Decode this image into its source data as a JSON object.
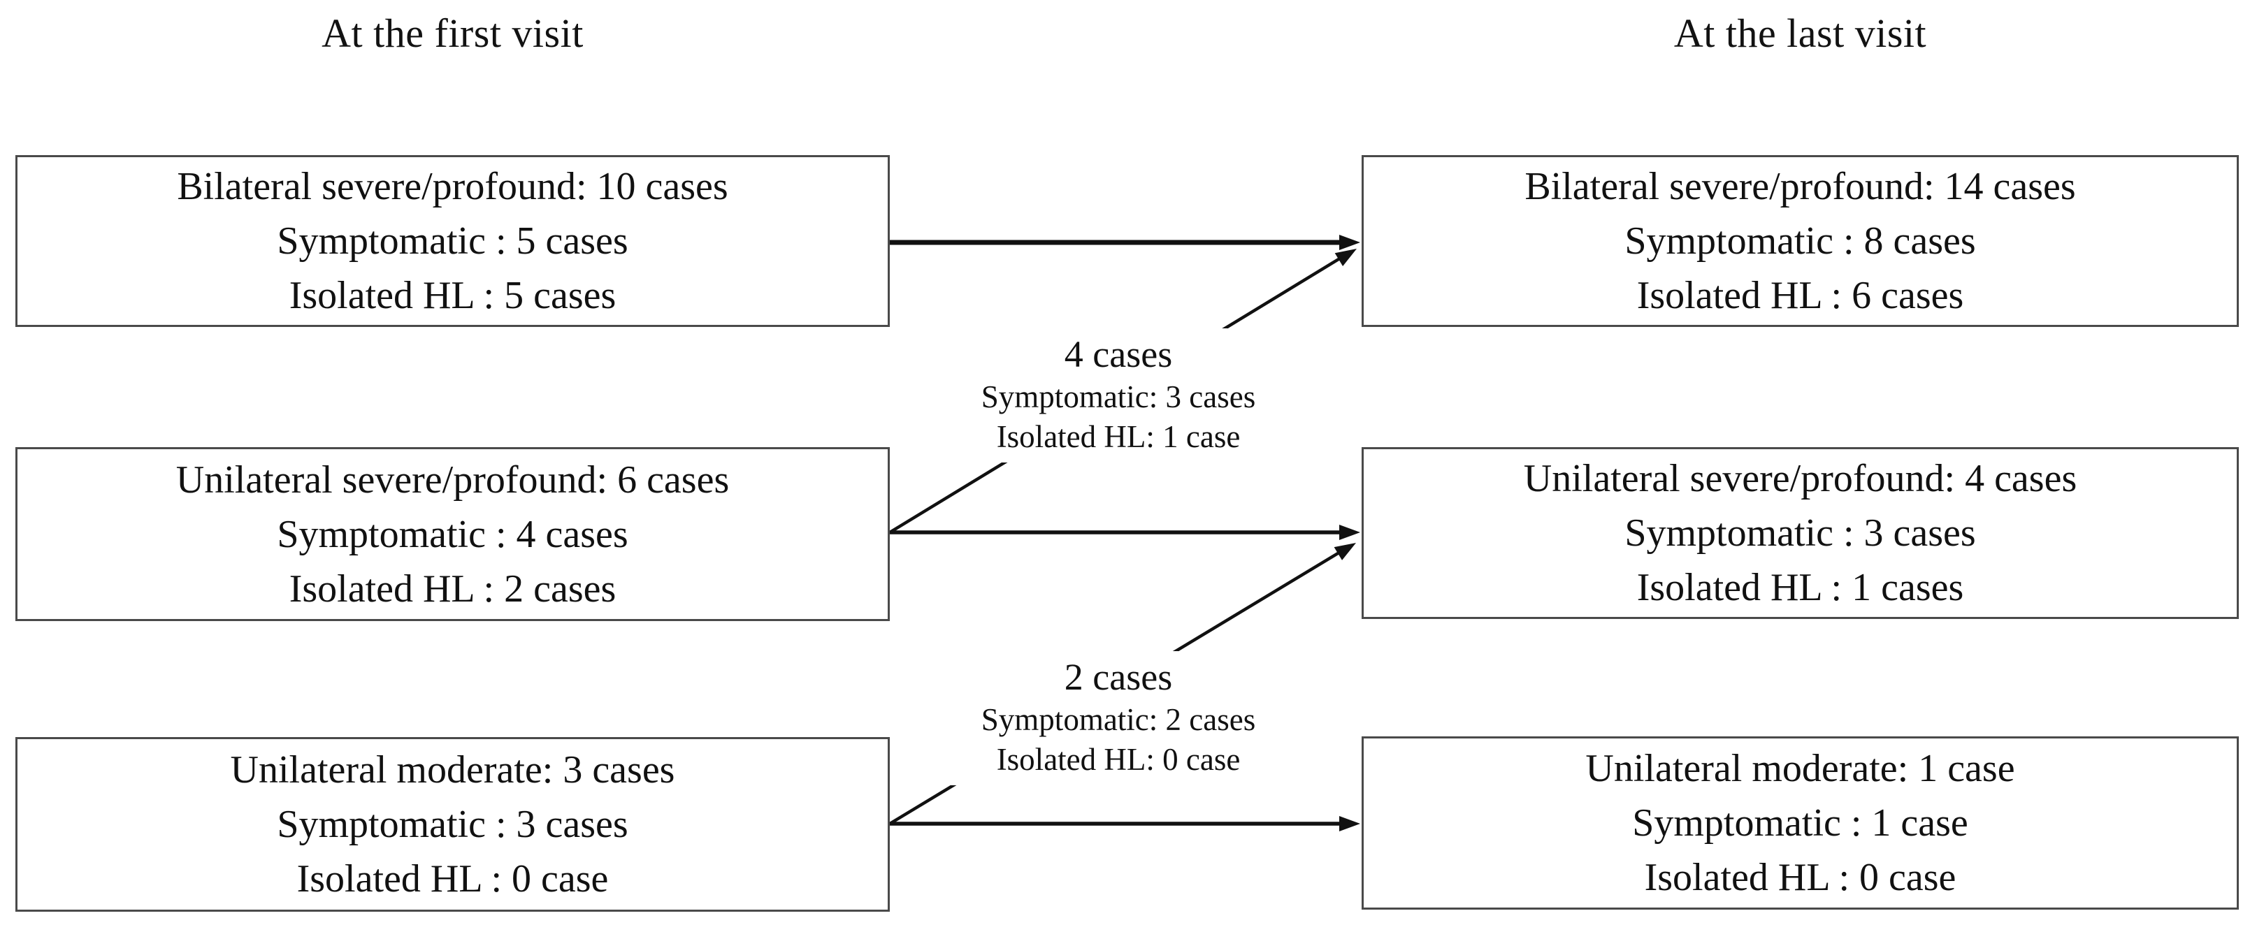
{
  "figure": {
    "type": "flow-diagram",
    "columns": {
      "first": {
        "header": "At the first visit"
      },
      "last": {
        "header": "At the last visit"
      }
    },
    "boxes": {
      "first_visit": [
        {
          "id": "bilateral-severe-profound-first",
          "lines": [
            "Bilateral severe/profound: 10 cases",
            "Symptomatic : 5 cases",
            "Isolated HL : 5 cases"
          ]
        },
        {
          "id": "unilateral-severe-profound-first",
          "lines": [
            "Unilateral severe/profound: 6 cases",
            "Symptomatic : 4 cases",
            "Isolated HL : 2 cases"
          ]
        },
        {
          "id": "unilateral-moderate-first",
          "lines": [
            "Unilateral moderate: 3 cases",
            "Symptomatic : 3 cases",
            "Isolated HL : 0 case"
          ]
        }
      ],
      "last_visit": [
        {
          "id": "bilateral-severe-profound-last",
          "lines": [
            "Bilateral severe/profound: 14 cases",
            "Symptomatic : 8 cases",
            "Isolated HL : 6 cases"
          ]
        },
        {
          "id": "unilateral-severe-profound-last",
          "lines": [
            "Unilateral severe/profound: 4 cases",
            "Symptomatic : 3 cases",
            "Isolated HL : 1 cases"
          ]
        },
        {
          "id": "unilateral-moderate-last",
          "lines": [
            "Unilateral moderate: 1 case",
            "Symptomatic : 1 case",
            "Isolated HL : 0 case"
          ]
        }
      ]
    },
    "transitions": [
      {
        "id": "unilateral-severe-to-bilateral",
        "title": "4 cases",
        "detail_1": "Symptomatic: 3 cases",
        "detail_2": "Isolated HL: 1 case"
      },
      {
        "id": "unilateral-moderate-to-unilateral-severe",
        "title": "2 cases",
        "detail_1": "Symptomatic: 2 cases",
        "detail_2": "Isolated HL: 0 case"
      }
    ],
    "colors": {
      "background": "#ffffff",
      "box_border": "#4a4a4a",
      "arrow": "#111111",
      "text": "#111111"
    }
  }
}
